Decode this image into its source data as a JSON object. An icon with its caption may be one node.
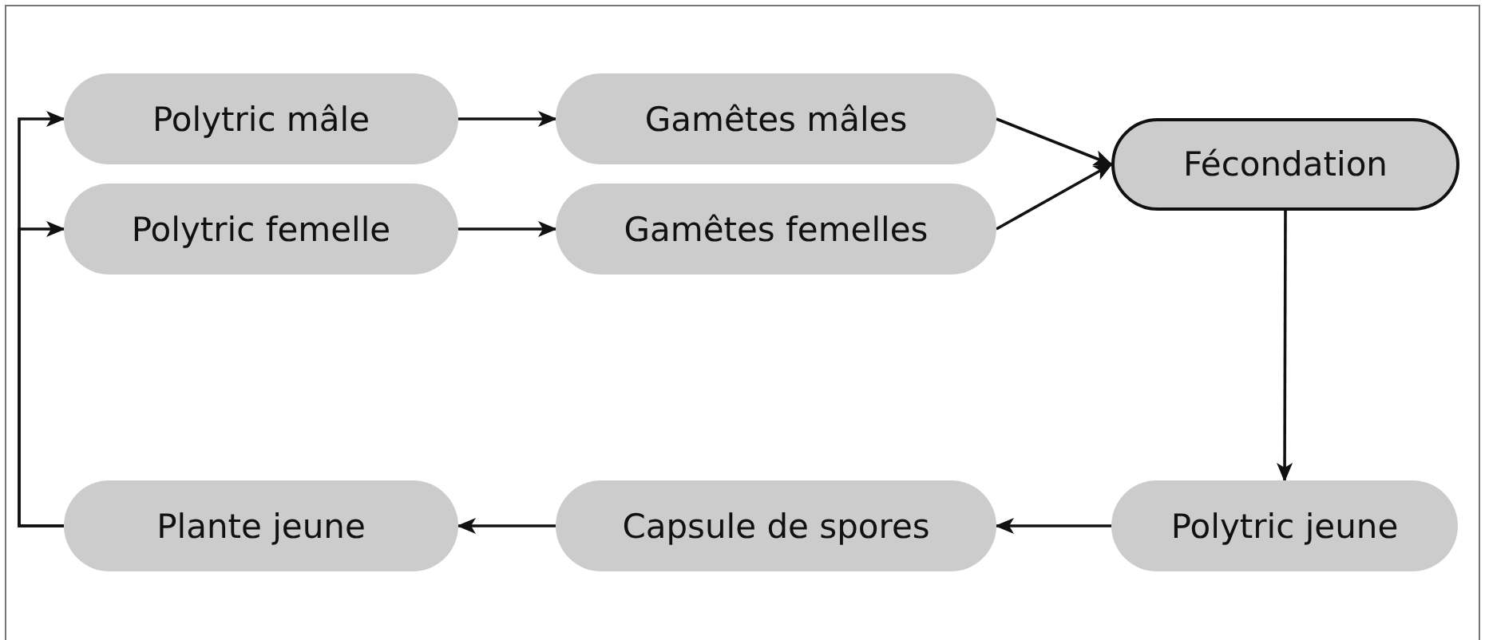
{
  "diagram": {
    "nodes": [
      {
        "text": [
          "Polytric mâle"
        ]
      },
      {
        "text": [
          "Polytric femelle"
        ]
      },
      {
        "text": [
          "Gamêtes mâles"
        ]
      },
      {
        "text": [
          "Gamêtes femelles"
        ]
      },
      {
        "text": [
          "Fécondation"
        ]
      },
      {
        "text": [
          "Polytric jeune"
        ]
      },
      {
        "text": [
          "Capsule de spores"
        ]
      },
      {
        "text": [
          "Plante jeune"
        ]
      }
    ],
    "edges": [
      {
        "from": 0,
        "to": 2,
        "arrow": "to"
      },
      {
        "from": 1,
        "to": 3,
        "arrow": "to"
      },
      {
        "from": 2,
        "to": 4,
        "arrow": "to"
      },
      {
        "from": 3,
        "to": 4,
        "arrow": "to"
      },
      {
        "from": 4,
        "to": 5,
        "arrow": "to"
      },
      {
        "from": 5,
        "to": 6,
        "arrow": "to"
      },
      {
        "from": 6,
        "to": 7,
        "arrow": "to"
      },
      {
        "from": 7,
        "to": 0,
        "arrow": "to"
      },
      {
        "from": 7,
        "to": 1,
        "arrow": "to"
      }
    ]
  }
}
